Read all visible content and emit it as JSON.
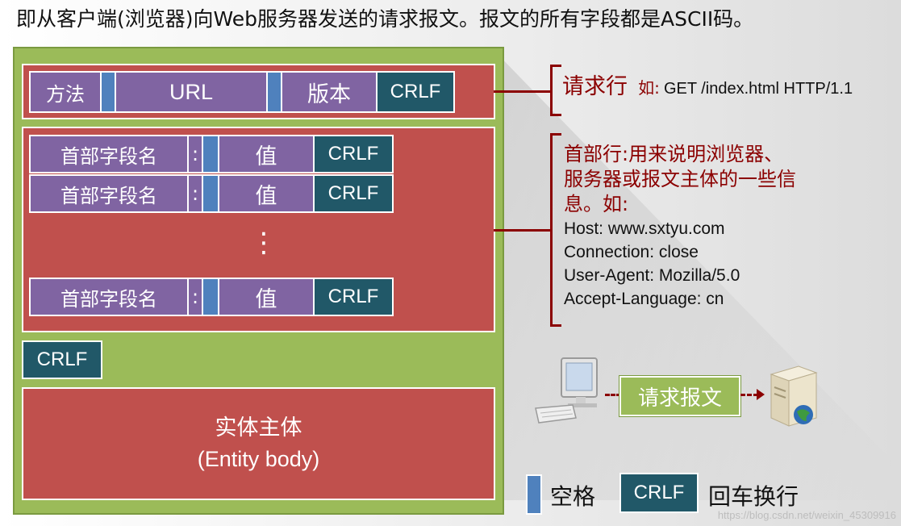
{
  "title": "即从客户端(浏览器)向Web服务器发送的请求报文。报文的所有字段都是ASCII码。",
  "request_line": {
    "method": "方法",
    "url": "URL",
    "version": "版本",
    "crlf": "CRLF"
  },
  "header_rows": [
    {
      "name": "首部字段名",
      "colon": ":",
      "value": "值",
      "crlf": "CRLF"
    },
    {
      "name": "首部字段名",
      "colon": ":",
      "value": "值",
      "crlf": "CRLF"
    },
    {
      "name": "首部字段名",
      "colon": ":",
      "value": "值",
      "crlf": "CRLF"
    }
  ],
  "ellipsis": "⋮",
  "blank_line_crlf": "CRLF",
  "entity_body": {
    "line1": "实体主体",
    "line2": "(Entity body)"
  },
  "annotations": {
    "request_line_label": "请求行",
    "request_line_example_prefix": "如:",
    "request_line_example": "GET /index.html HTTP/1.1",
    "header_desc_lines": [
      "首部行:用来说明浏览器、",
      "服务器或报文主体的一些信",
      "息。如:"
    ],
    "header_examples": [
      "Host: www.sxtyu.com",
      "Connection: close",
      "User-Agent: Mozilla/5.0",
      "Accept-Language: cn"
    ]
  },
  "flow": {
    "label": "请求报文",
    "client_icon": "computer-icon",
    "server_icon": "server-icon"
  },
  "legend": {
    "space_label": "空格",
    "crlf_box": "CRLF",
    "crlf_label": "回车换行"
  },
  "watermark": "https://blog.csdn.net/weixin_45309916",
  "colors": {
    "green": "#9bbb59",
    "red": "#c0504d",
    "purple": "#8064a2",
    "teal": "#215868",
    "blue": "#4f81bd",
    "annotation": "#8b0000"
  }
}
